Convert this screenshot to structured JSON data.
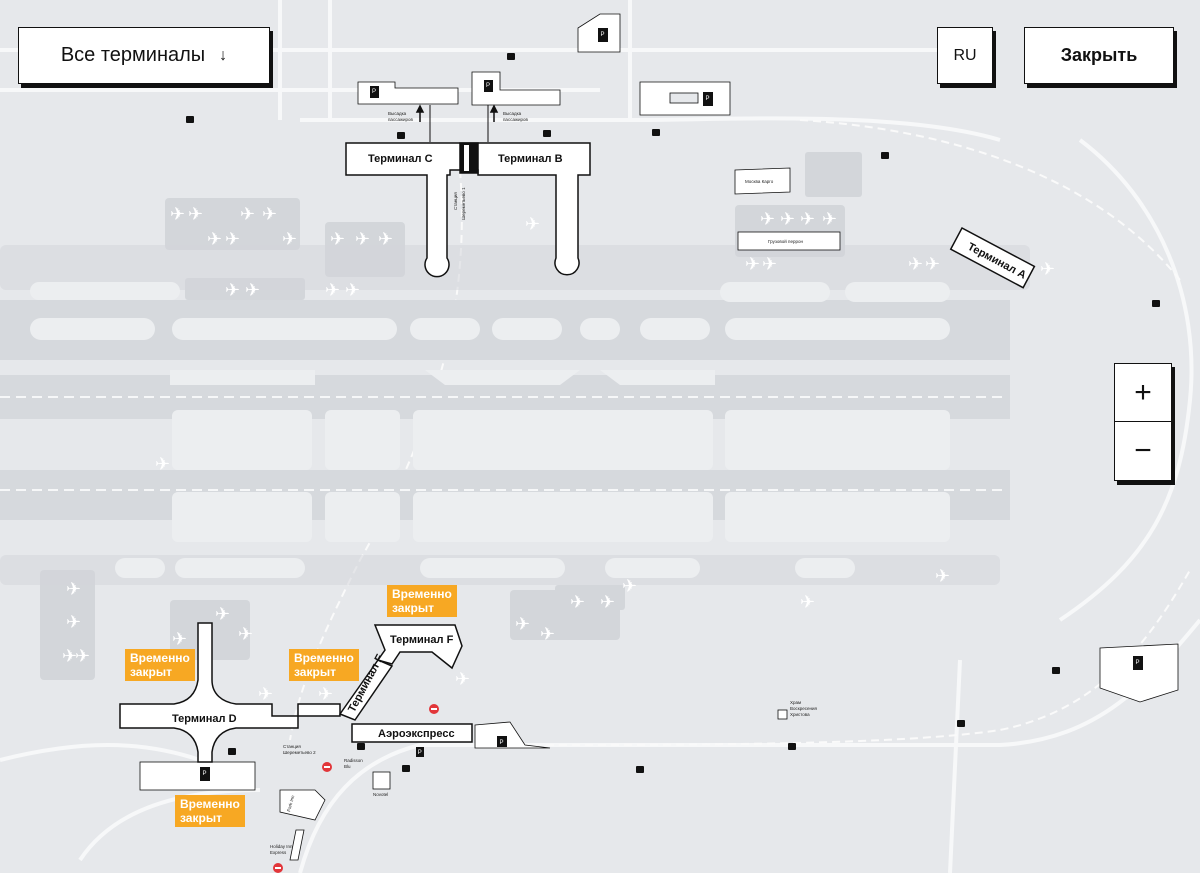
{
  "controls": {
    "terminal_select_label": "Все терминалы",
    "terminal_select_arrow": "↓",
    "language": "RU",
    "close_label": "Закрыть",
    "zoom_in": "+",
    "zoom_out": "−"
  },
  "terminals": {
    "a": "Терминал A",
    "b": "Терминал B",
    "c": "Терминал C",
    "d": "Терминал D",
    "e": "Терминал E",
    "f": "Терминал F"
  },
  "badges": {
    "line1": "Временно",
    "line2": "закрыт"
  },
  "labels": {
    "aeroexpress": "Аэроэкспресс",
    "dropoff_line1": "Высадка",
    "dropoff_line2": "пассажиров",
    "station_t1_line1": "Станция",
    "station_t1_line2": "Шереметьево 1",
    "station_t2_line1": "Станция",
    "station_t2_line2": "Шереметьево 2",
    "moscow_cargo": "Москва Карго",
    "cargo_apron": "Грузовой перрон",
    "church_line1": "Храм",
    "church_line2": "Воскресения",
    "church_line3": "Христова",
    "radisson_line1": "Radisson",
    "radisson_line2": "Blu",
    "novotel": "Novotel",
    "park_inn": "Park Inn",
    "holiday_line1": "Holiday Inn",
    "holiday_line2": "Express",
    "parking": "P"
  },
  "colors": {
    "background": "#e6e8eb",
    "apron": "#d2d5d9",
    "taxiway": "#f4f5f6",
    "badge": "#f7a823",
    "terminal": "#ffffff",
    "stroke": "#111111"
  }
}
